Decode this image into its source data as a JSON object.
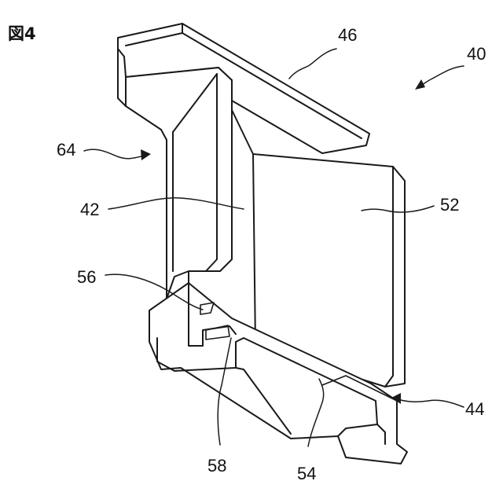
{
  "figure": {
    "title": "図4",
    "labels": {
      "ref_40": "40",
      "ref_42": "42",
      "ref_44": "44",
      "ref_46": "46",
      "ref_52": "52",
      "ref_54": "54",
      "ref_56": "56",
      "ref_58": "58",
      "ref_64": "64"
    }
  }
}
